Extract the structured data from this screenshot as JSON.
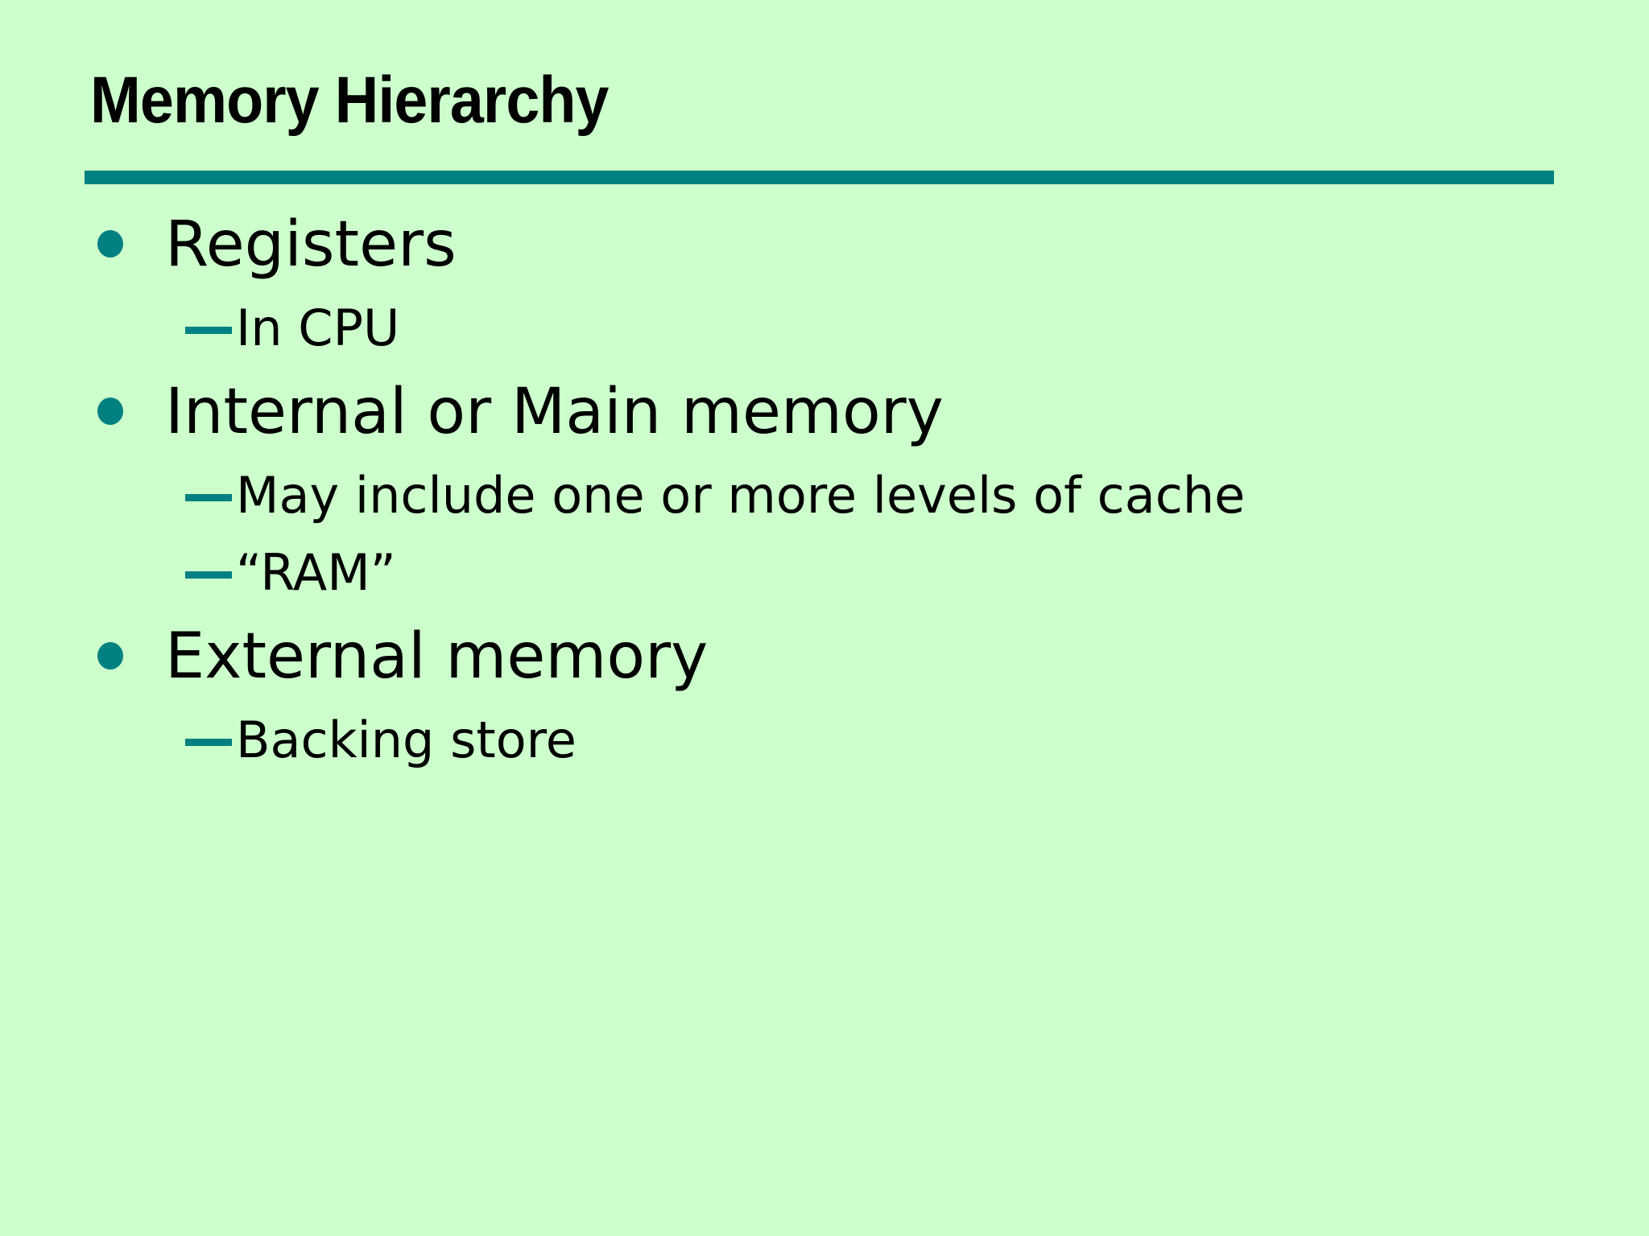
{
  "slide": {
    "title": "Memory Hierarchy",
    "background_color": "#ccffcc",
    "accent_color": "#008080",
    "text_color": "#000000",
    "icons": {
      "main_marker": "teal-filled-circle-bullet-icon",
      "sub_marker": "teal-em-dash-icon"
    },
    "bullets": [
      {
        "label": "Registers",
        "subitems": [
          "In CPU"
        ]
      },
      {
        "label": "Internal or Main memory",
        "subitems": [
          "May include one or more levels of cache",
          "“RAM”"
        ]
      },
      {
        "label": "External memory",
        "subitems": [
          "Backing store"
        ]
      }
    ]
  }
}
